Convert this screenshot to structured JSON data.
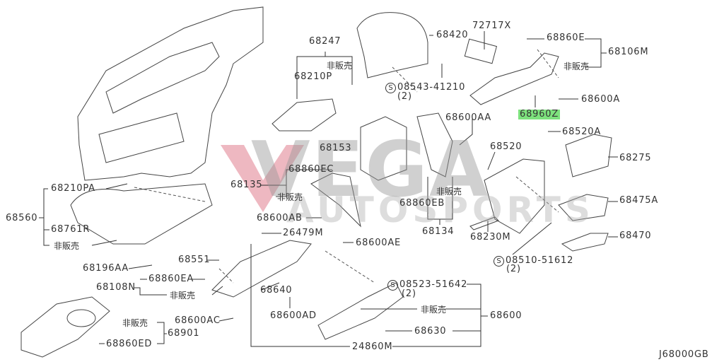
{
  "watermark": {
    "brand": "VEGA",
    "sub": "AUTOSPORTS",
    "accent": "#e8a0ac"
  },
  "diagram_code": "J68000GB",
  "highlight_color": "#7de27d",
  "labels": {
    "p68247": "68247",
    "nh1": "非販売",
    "p68210P": "68210P",
    "p68420": "68420",
    "p72717X": "72717X",
    "p68860E": "68860E",
    "p68106M": "68106M",
    "nh2": "非販売",
    "s08543": "08543-41210",
    "q1": "(2)",
    "p68600A": "68600A",
    "p68960Z": "68960Z",
    "p68600AA": "68600AA",
    "p68520A": "68520A",
    "p68153": "68153",
    "p68520": "68520",
    "p68275": "68275",
    "p68860EC": "68860EC",
    "p68135": "68135",
    "nh3": "非販売",
    "p68860EB": "68860EB",
    "nh4": "非販売",
    "p68475A": "68475A",
    "p68210PA": "68210PA",
    "p68560": "68560",
    "p68600AB": "68600AB",
    "p68761R": "68761R",
    "p68134": "68134",
    "p68230M": "68230M",
    "p26479M": "26479M",
    "p68470": "68470",
    "p68600AE": "68600AE",
    "nh5": "非販売",
    "p68551": "68551",
    "s08510": "08510-51612",
    "q2": "(2)",
    "p68196AA": "68196AA",
    "p68860EA": "68860EA",
    "p68108N": "68108N",
    "p68640": "68640",
    "nh6": "非販売",
    "s08523": "08523-51642",
    "q3": "(2)",
    "p68600AD": "68600AD",
    "p68600": "68600",
    "nh7": "非販売",
    "p68600AC": "68600AC",
    "nh8": "非販売",
    "p68901": "68901",
    "p68630": "68630",
    "p68860ED": "68860ED",
    "p24860M": "24860M",
    "s_symbol": "S"
  }
}
